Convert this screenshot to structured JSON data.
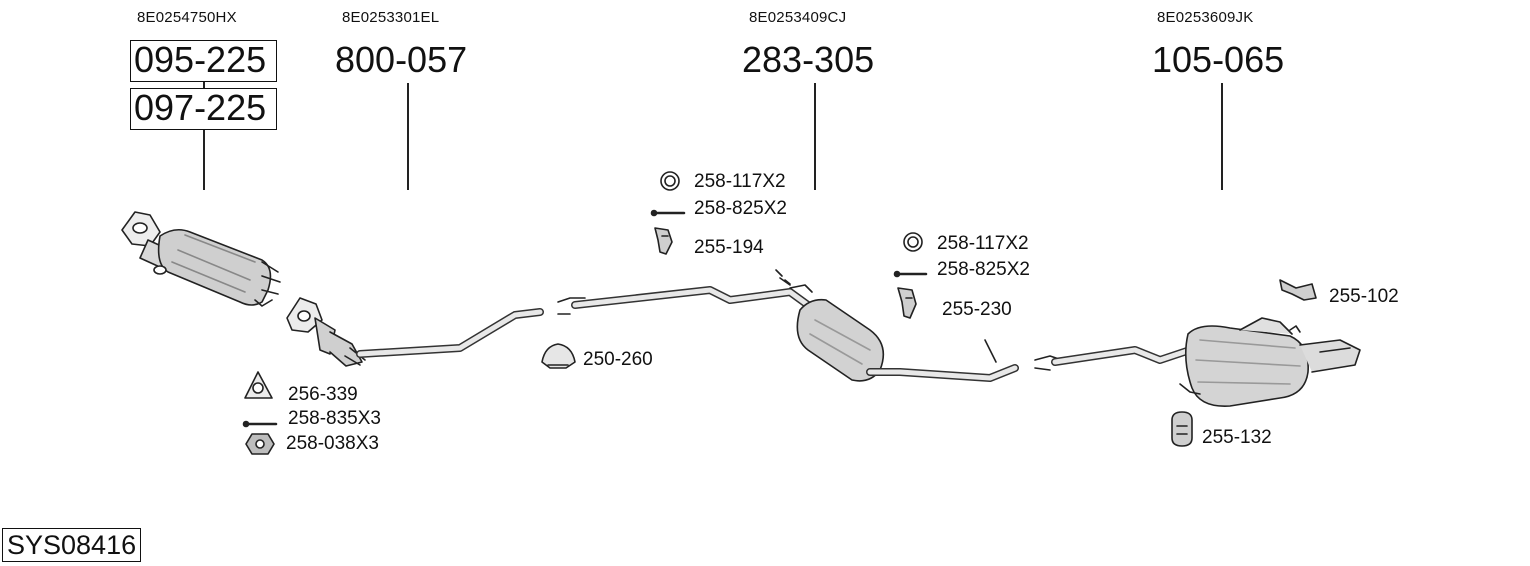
{
  "oe_numbers": [
    "8E0254750HX",
    "8E0253301EL",
    "8E0253409CJ",
    "8E0253609JK"
  ],
  "part_numbers": {
    "cat_primary": "095-225",
    "cat_alt": "097-225",
    "front_pipe": "800-057",
    "middle_silencer": "283-305",
    "rear_silencer": "105-065"
  },
  "fittings": {
    "f1": "258-117X2",
    "f2": "258-825X2",
    "f3": "255-194",
    "f4": "258-117X2",
    "f5": "258-825X2",
    "f6": "255-230",
    "f7": "255-102",
    "f8": "250-260",
    "f9": "256-339",
    "f10": "258-835X3",
    "f11": "258-038X3",
    "f12": "255-132"
  },
  "system_code": "SYS08416"
}
